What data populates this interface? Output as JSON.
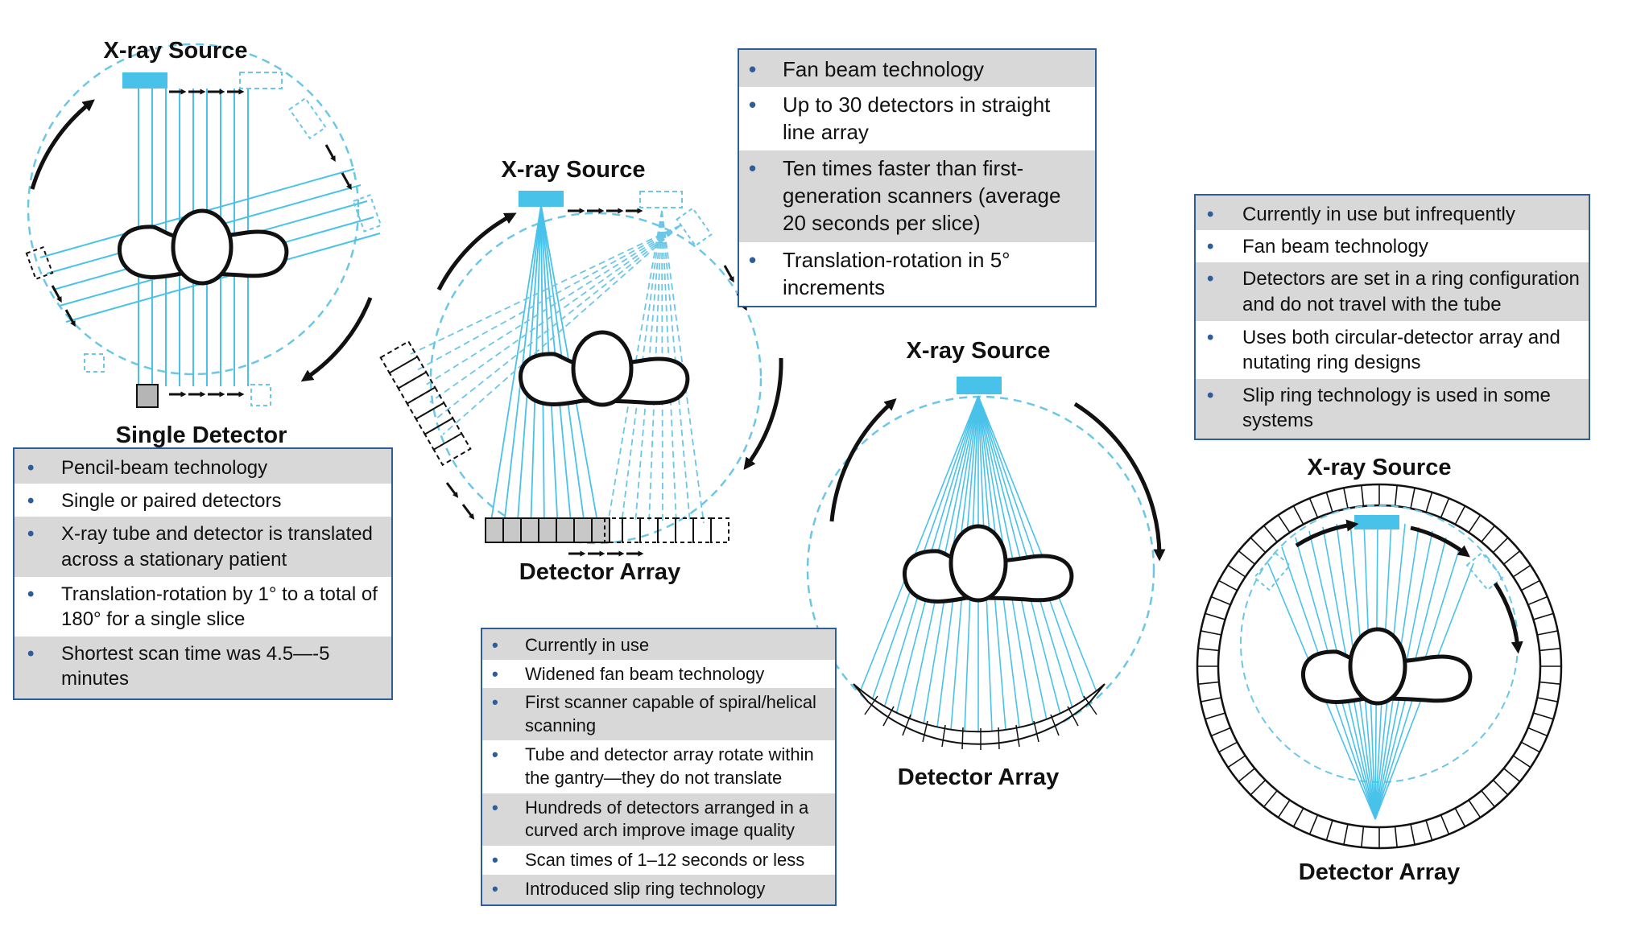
{
  "diagrams": {
    "gen1": {
      "source_label": "X-ray Source",
      "detector_label": "Single Detector"
    },
    "gen2": {
      "source_label": "X-ray Source",
      "detector_label": "Detector Array"
    },
    "gen3": {
      "source_label": "X-ray Source",
      "detector_label": "Detector Array"
    },
    "gen4": {
      "source_label": "X-ray Source",
      "detector_label": "Detector Array"
    }
  },
  "boxes": {
    "gen1": [
      "Pencil-beam technology",
      "Single or paired detectors",
      "X-ray tube and detector is translated across a stationary patient",
      "Translation-rotation by 1° to a total of 180° for a single slice",
      "Shortest scan time was 4.5—-5 minutes"
    ],
    "gen2": [
      "Fan beam technology",
      "Up to 30 detectors in straight line array",
      "Ten times faster than first-generation scanners (average 20 seconds per slice)",
      "Translation-rotation in 5° increments"
    ],
    "gen3": [
      "Currently in use",
      "Widened fan beam technology",
      "First scanner capable of spiral/helical scanning",
      "Tube and detector array rotate within the gantry—they do not translate",
      "Hundreds of detectors arranged in a curved arch improve image quality",
      "Scan times of 1–12 seconds or less",
      "Introduced slip ring technology"
    ],
    "gen4": [
      "Currently in use but infrequently",
      "Fan beam technology",
      "Detectors are set in a ring configuration and do not travel with the tube",
      "Uses both circular-detector array and nutating ring designs",
      "Slip ring technology is used in some systems"
    ]
  },
  "colors": {
    "beam": "#49c2ea",
    "dashed": "#6cc7e6",
    "outline": "#111111",
    "box_border": "#2f5d9a",
    "row_shade": "#d8d8d8"
  }
}
